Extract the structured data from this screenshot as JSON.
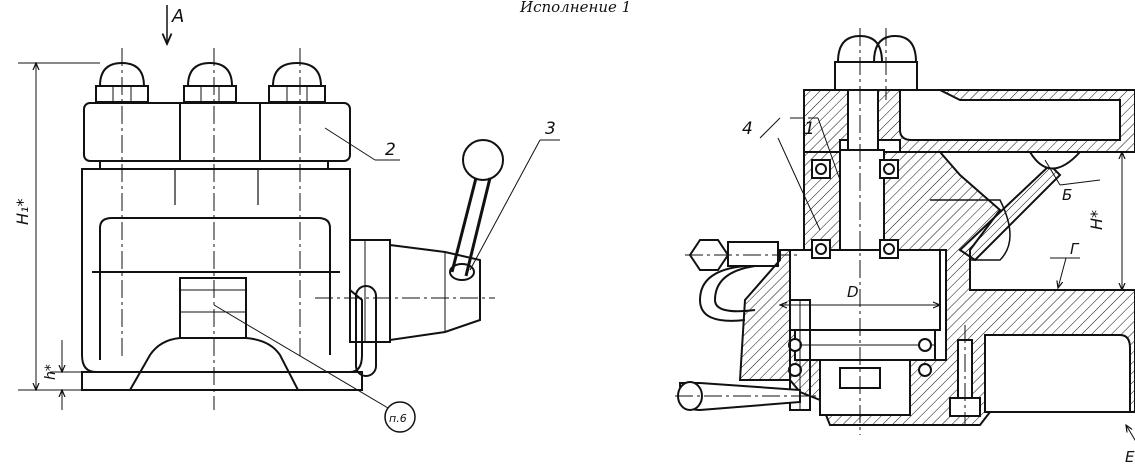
{
  "caption": "Исполнение 1",
  "left_view": {
    "view_arrow": "A",
    "dim_height_total": "H₁*",
    "dim_height_base": "h*",
    "callout_2": "2",
    "callout_3": "3",
    "note_ref": "п.6"
  },
  "right_view": {
    "callout_4": "4",
    "callout_1": "1",
    "dim_diameter": "D",
    "label_B": "Б",
    "dim_height": "H*",
    "label_G": "Г",
    "label_E": "Е"
  },
  "colors": {
    "line": "#111111",
    "paper": "#ffffff"
  }
}
